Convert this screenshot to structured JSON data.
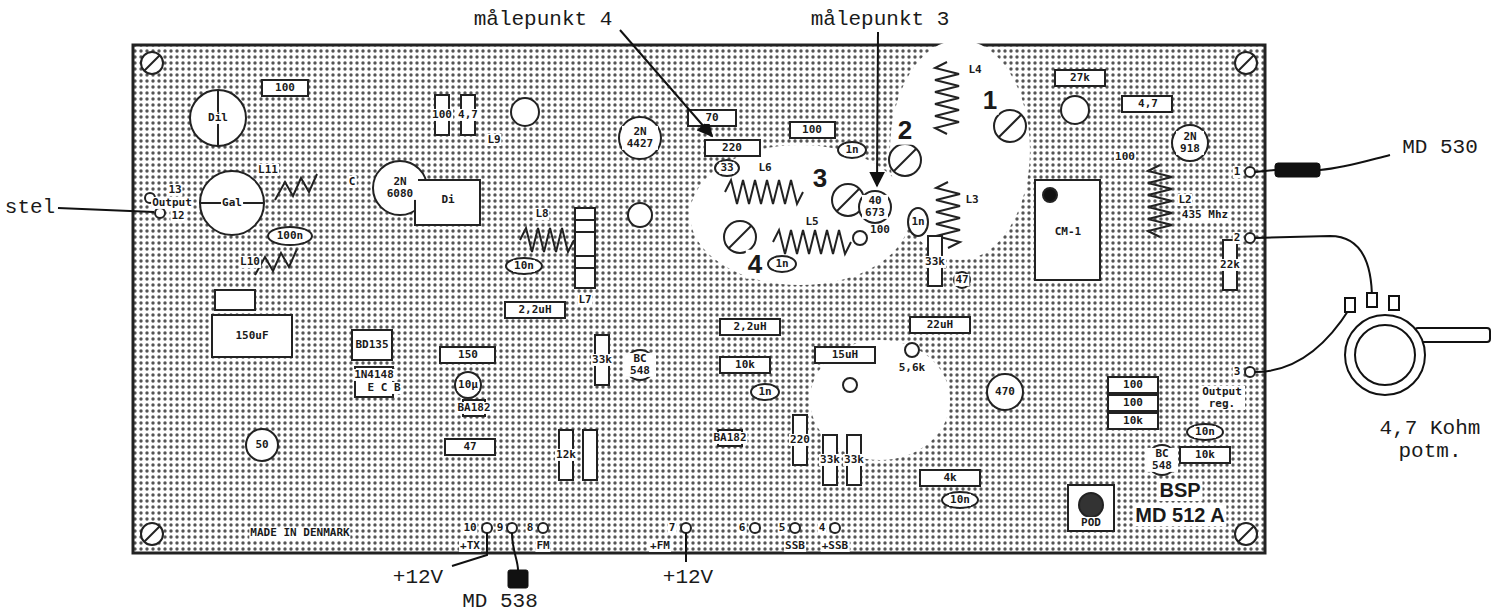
{
  "diagram": {
    "labels": [
      "målepunkt 4",
      "målepunkt 3",
      "stel",
      "MD 530",
      "4,7 Kohm potm.",
      "+12V",
      "MD 538",
      "+12V",
      "100",
      "Dil",
      "Gal",
      "13",
      "Output",
      "12",
      "L11",
      "C",
      "2N 6080",
      "100",
      "4,7",
      "L9",
      "2N 4427",
      "70",
      "220",
      "100",
      "1n",
      "33",
      "L6",
      "L5",
      "1n",
      "2",
      "L4",
      "1",
      "3",
      "4",
      "40 673",
      "100",
      "1n",
      "33k",
      "L3",
      "47",
      "CM-1",
      "27k",
      "4,7",
      "100",
      "2N 918",
      "L2",
      "435 Mhz",
      "1",
      "2",
      "3",
      "Output reg.",
      "22k",
      "100n",
      "L10",
      "Di",
      "L8",
      "10n",
      "L7",
      "2,2uH",
      "150uF",
      "BD135",
      "1N4148",
      "E C B",
      "150",
      "10µ",
      "BA182",
      "47",
      "BC 548",
      "33k",
      "12k",
      "2,2uH",
      "15uH",
      "10k",
      "22uH",
      "5,6k",
      "220",
      "33k",
      "33k",
      "BA182",
      "470",
      "BC 548",
      "100",
      "100",
      "10k",
      "10n",
      "10k",
      "4k",
      "10n",
      "POD",
      "BSP",
      "MD 512 A",
      "MADE IN DENMARK",
      "10",
      "+TX",
      "9",
      "8",
      "FM",
      "7",
      "+FM",
      "6",
      "5",
      "SSB",
      "4",
      "+SSB",
      "50",
      "1n"
    ]
  }
}
